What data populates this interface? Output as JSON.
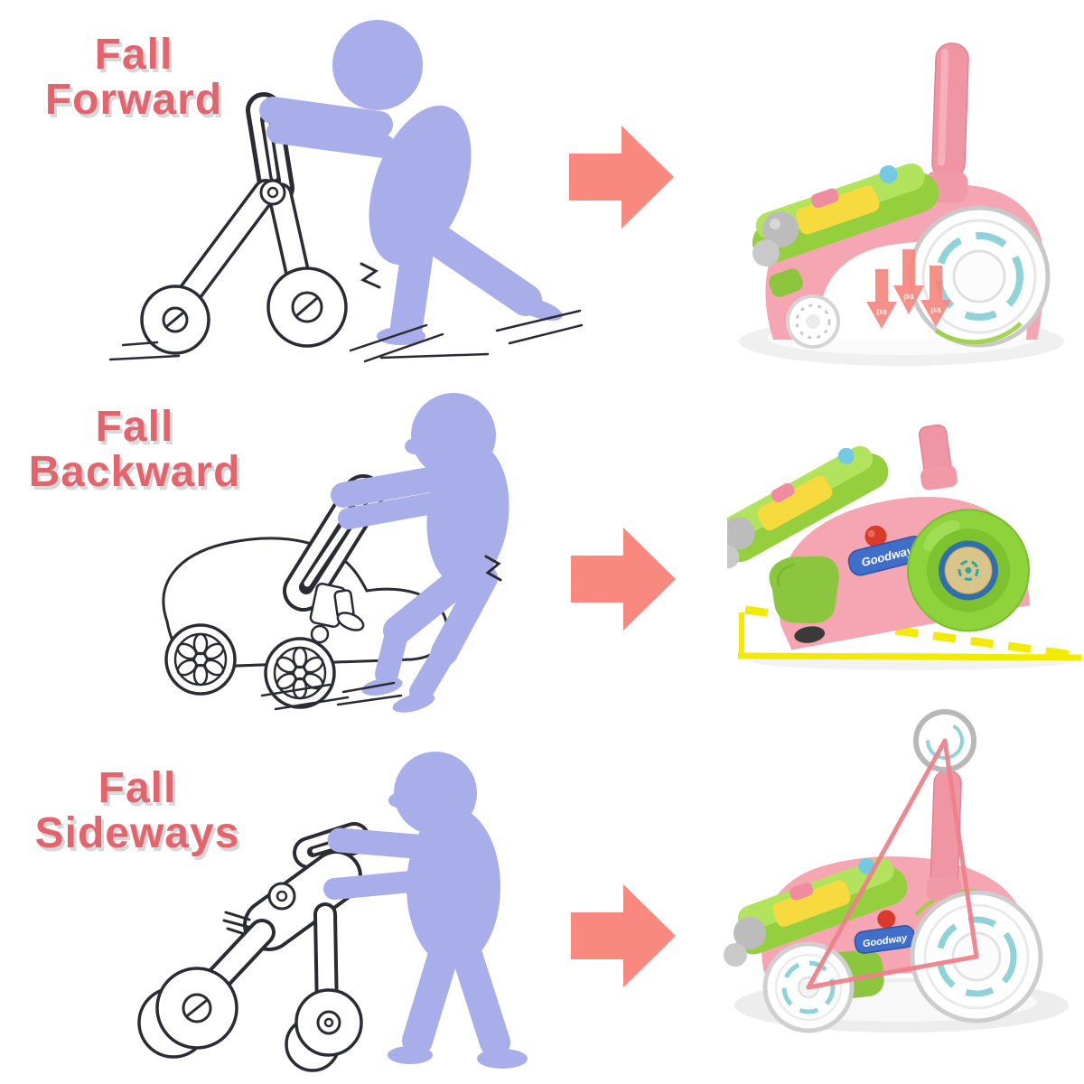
{
  "page": {
    "background": "#ffffff"
  },
  "sections": [
    {
      "id": "fall-forward",
      "label_line1": "Fall",
      "label_line2": "Forward"
    },
    {
      "id": "fall-backward",
      "label_line1": "Fall",
      "label_line2": "Backward"
    },
    {
      "id": "fall-sideways",
      "label_line1": "Fall",
      "label_line2": "Sideways"
    }
  ],
  "annotations": {
    "pressure_arrow_label": "pa",
    "brand_logo": "Goodway"
  },
  "colors": {
    "label_text": "#e4646e",
    "label_shadow": "#d8d8d8",
    "transition_arrow": "#f9897f",
    "baby_silhouette": "#a7aeea",
    "sketch_line": "#2b2b33",
    "walker_body_pink": "#f5a6b2",
    "walker_handle_pink": "#ef95a4",
    "walker_green": "#95cf3e",
    "walker_yellow": "#f7da3e",
    "wheel_teal_accent": "#8fd2d8",
    "hazard_line_yellow": "#f2ea00",
    "stability_triangle_pink": "#ee7f8a",
    "logo_blue": "#3f6fc8",
    "logo_red": "#d93a2b"
  }
}
